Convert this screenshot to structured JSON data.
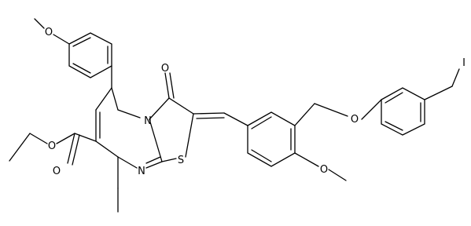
{
  "molecule": {
    "atom_labels": {
      "o_methoxy_top": "O",
      "o_ketone": "O",
      "n_ring": "N",
      "s_ring": "S",
      "o_ether_link": "O",
      "iodine": "I",
      "o_ester_single": "O",
      "o_ester_double": "O",
      "n_pyrimidine": "N",
      "o_methoxy_right": "O"
    },
    "colors": {
      "bond": "#000000",
      "label": "#000000",
      "background": "#ffffff"
    }
  }
}
